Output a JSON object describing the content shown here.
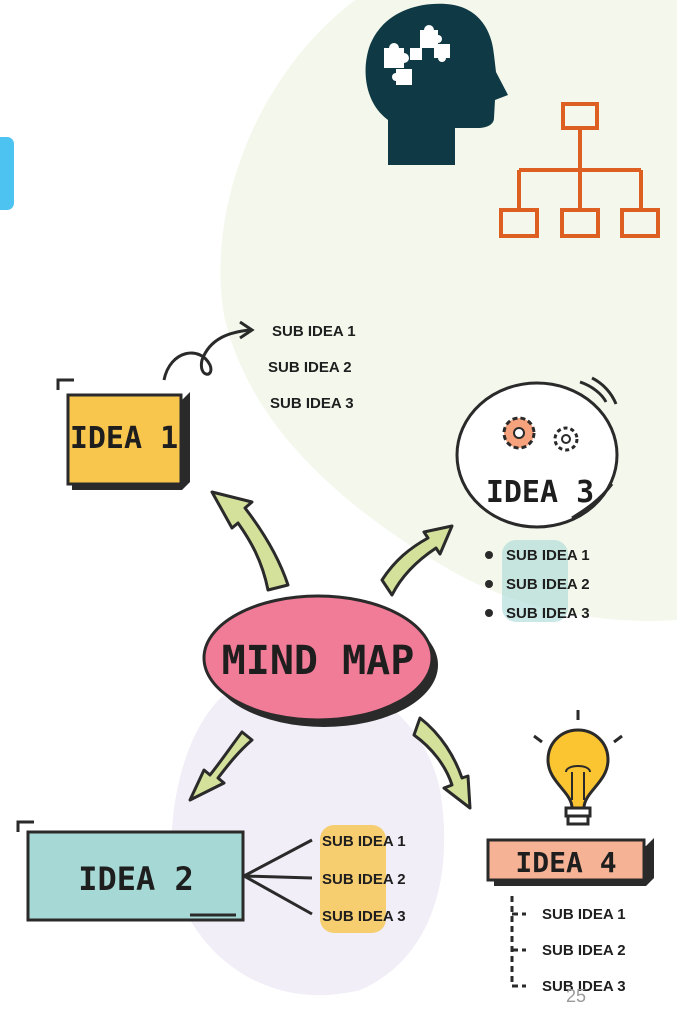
{
  "diagram": {
    "center": {
      "label": "MIND MAP"
    },
    "idea1": {
      "label": "IDEA 1",
      "subs": [
        "SUB IDEA 1",
        "SUB IDEA 2",
        "SUB IDEA 3"
      ]
    },
    "idea2": {
      "label": "IDEA 2",
      "subs": [
        "SUB IDEA 1",
        "SUB IDEA 2",
        "SUB IDEA 3"
      ]
    },
    "idea3": {
      "label": "IDEA 3",
      "subs": [
        "SUB IDEA 1",
        "SUB IDEA 2",
        "SUB IDEA 3"
      ]
    },
    "idea4": {
      "label": "IDEA 4",
      "subs": [
        "SUB IDEA 1",
        "SUB IDEA 2",
        "SUB IDEA 3"
      ]
    }
  },
  "colors": {
    "idea1_fill": "#f8c64d",
    "idea2_fill": "#a6d9d6",
    "idea3_highlight": "#a6d9d6",
    "idea4_fill": "#f6b295",
    "center_fill": "#f17c97",
    "arrow_fill": "#d3e19b",
    "org_chart": "#dd5f22",
    "head_icon": "#0f3a45",
    "bg_green": "#f4f8ec",
    "bg_purple": "#f1eef7",
    "accent_tab": "#4cc3f0"
  },
  "icons": [
    "head-puzzle-icon",
    "org-chart-icon",
    "gears-icon",
    "lightbulb-icon"
  ],
  "page": {
    "number": "25"
  }
}
